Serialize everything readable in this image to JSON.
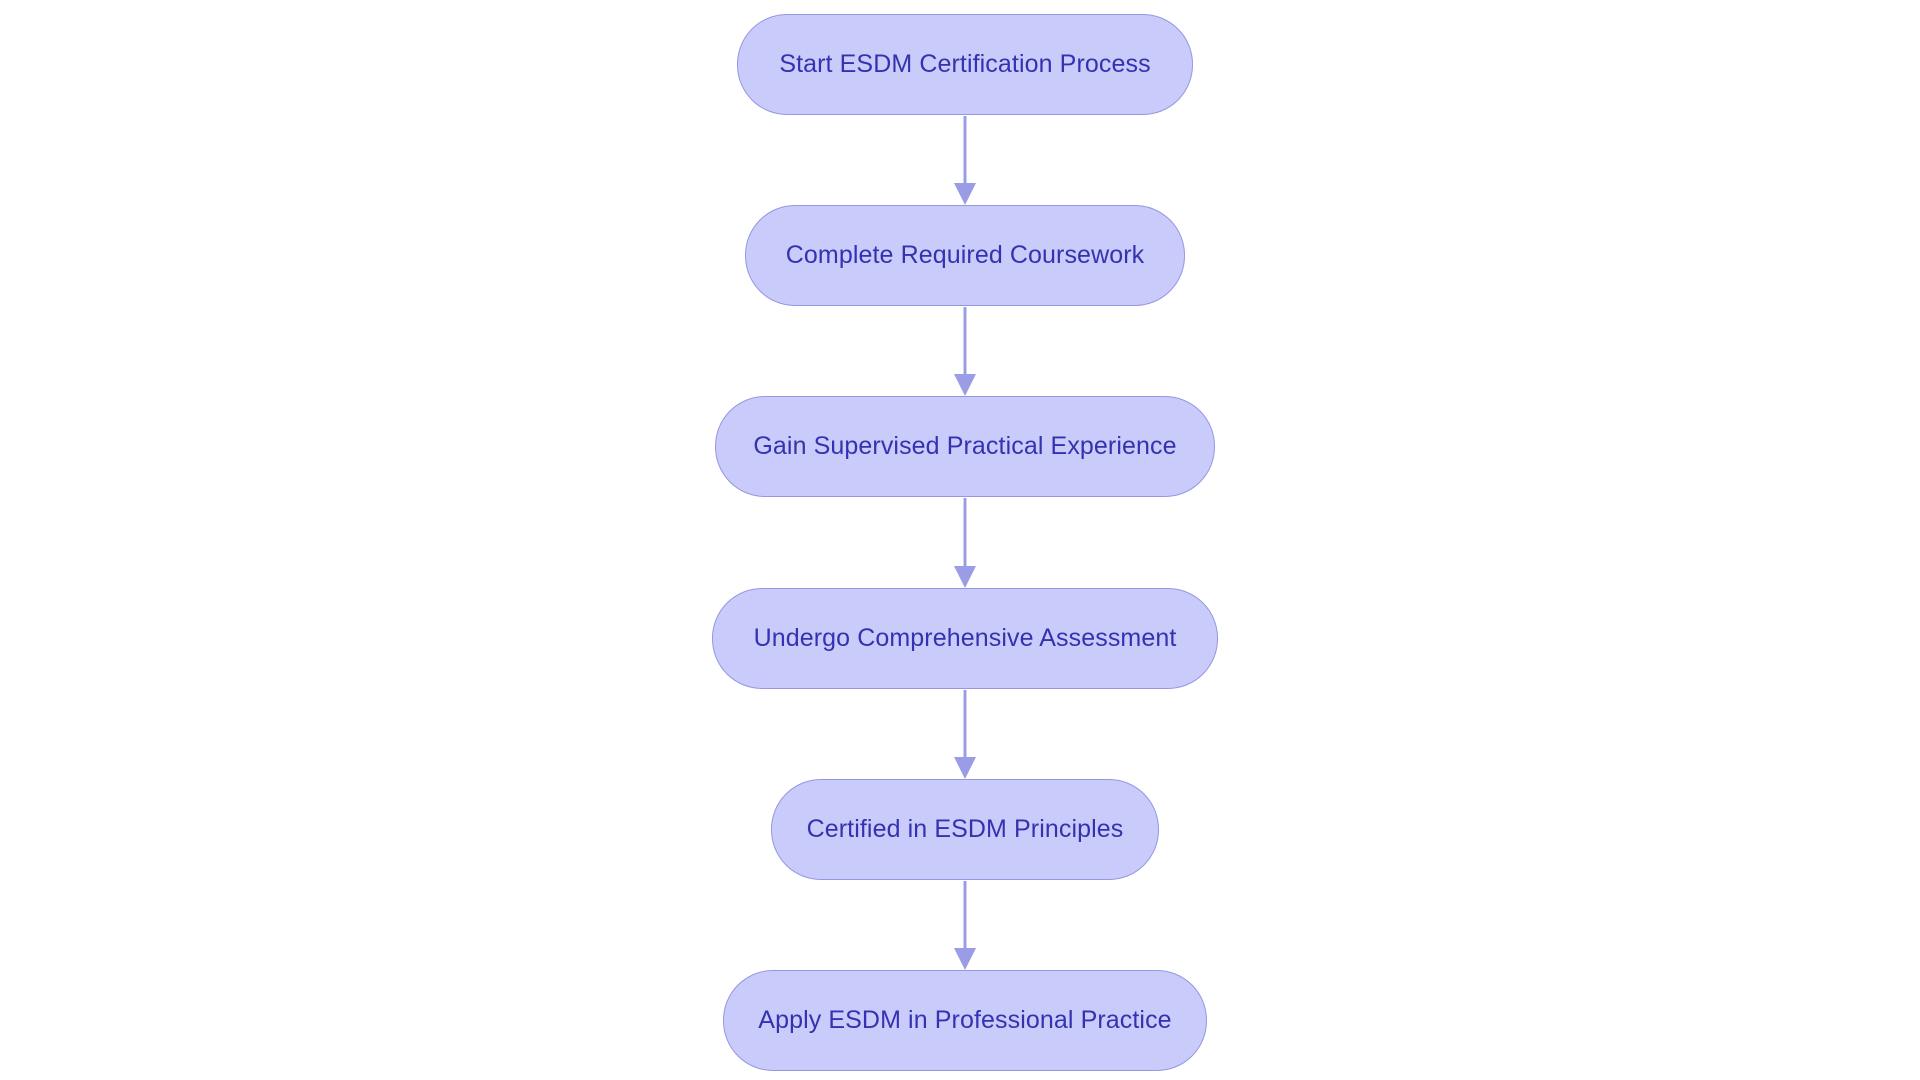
{
  "diagram": {
    "type": "flowchart",
    "direction": "top-to-bottom",
    "colors": {
      "node_fill": "#c9cbfb",
      "node_border": "#9597e2",
      "node_text": "#3532b0",
      "edge": "#9a9de6"
    },
    "nodes": [
      {
        "id": "n1",
        "label": "Start ESDM Certification Process"
      },
      {
        "id": "n2",
        "label": "Complete Required Coursework"
      },
      {
        "id": "n3",
        "label": "Gain Supervised Practical Experience"
      },
      {
        "id": "n4",
        "label": "Undergo Comprehensive Assessment"
      },
      {
        "id": "n5",
        "label": "Certified in ESDM Principles"
      },
      {
        "id": "n6",
        "label": "Apply ESDM in Professional Practice"
      }
    ],
    "edges": [
      {
        "from": "n1",
        "to": "n2"
      },
      {
        "from": "n2",
        "to": "n3"
      },
      {
        "from": "n3",
        "to": "n4"
      },
      {
        "from": "n4",
        "to": "n5"
      },
      {
        "from": "n5",
        "to": "n6"
      }
    ]
  }
}
